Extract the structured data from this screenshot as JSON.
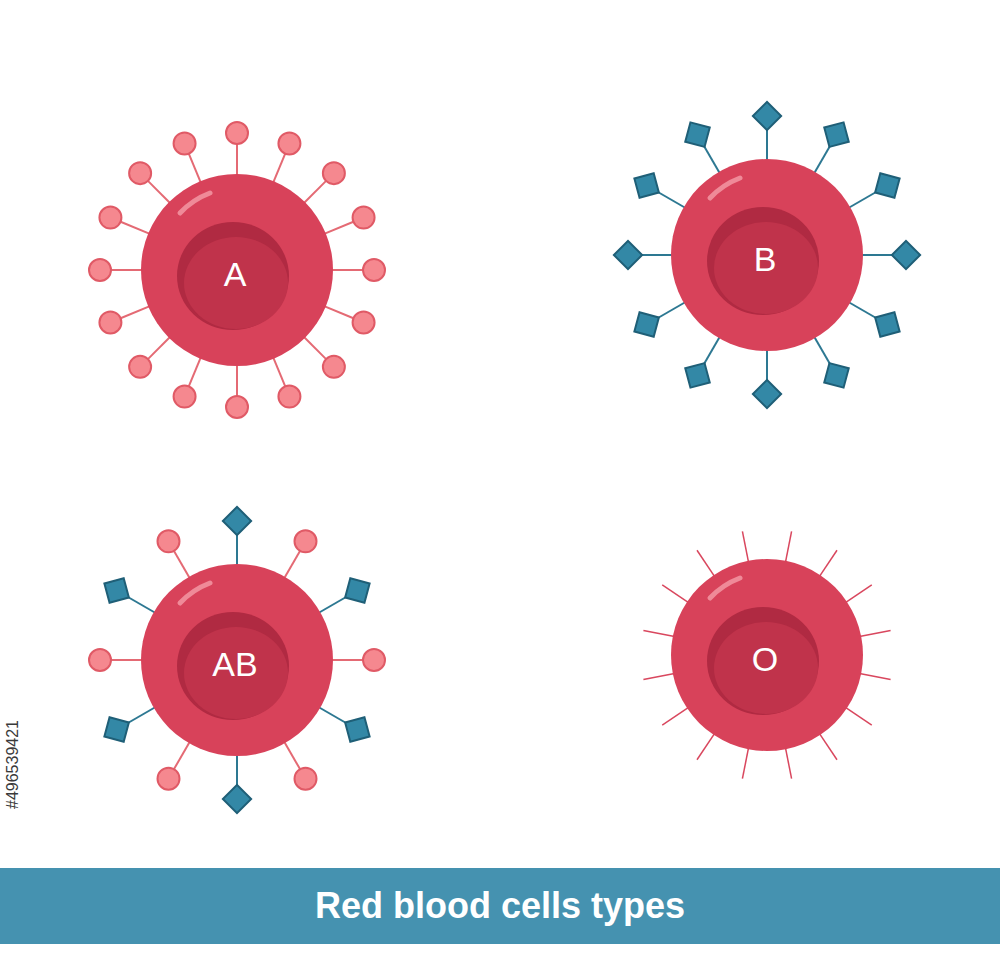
{
  "diagram": {
    "title": "Red blood cells types",
    "nodes": [
      {
        "text": [
          "A"
        ]
      },
      {
        "text": [
          "B"
        ]
      },
      {
        "text": [
          "AB"
        ]
      },
      {
        "text": [
          "O"
        ]
      }
    ],
    "labels": [
      "#496539421"
    ]
  }
}
